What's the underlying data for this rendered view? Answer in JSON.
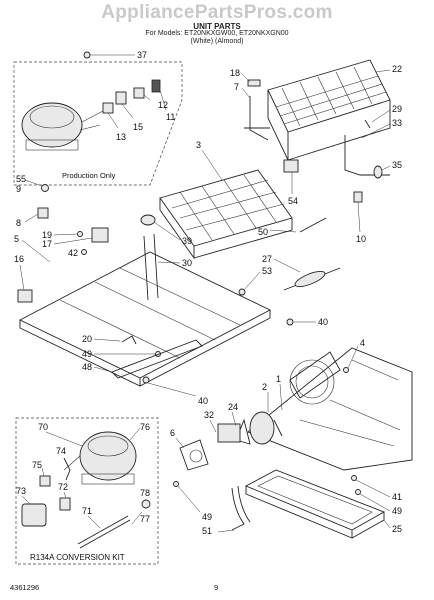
{
  "header": {
    "watermark": "AppliancePartsPros.com",
    "title": "UNIT PARTS",
    "models_line": "For Models: ET20NKXGW00, ET20NKXGN00",
    "colors_line": "(White)          (Almond)"
  },
  "labels": {
    "p37": "37",
    "p18": "18",
    "p7": "7",
    "p22": "22",
    "p3": "3",
    "p9": "9",
    "p12": "12",
    "p11": "11",
    "p13": "13",
    "p15": "15",
    "p55": "55",
    "p8": "8",
    "p19": "19",
    "p17": "17",
    "p42": "42",
    "p39": "39",
    "p30": "30",
    "p5": "5",
    "p16": "16",
    "p29": "29",
    "p33": "33",
    "p35": "35",
    "p54": "54",
    "p50": "50",
    "p10": "10",
    "p27": "27",
    "p53": "53",
    "p40a": "40",
    "p20": "20",
    "p49a": "49",
    "p48": "48",
    "p40b": "40",
    "p4": "4",
    "p70": "70",
    "p76": "76",
    "p74": "74",
    "p75": "75",
    "p73": "73",
    "p72": "72",
    "p71": "71",
    "p78": "78",
    "p77": "77",
    "p6": "6",
    "p32": "32",
    "p24": "24",
    "p2": "2",
    "p1": "1",
    "p49b": "49",
    "p51": "51",
    "p41": "41",
    "p49c": "49",
    "p25": "25"
  },
  "production_only": "Production Only",
  "kit_label": "R134A  CONVERSION  KIT",
  "footer": {
    "doc_number": "4361296",
    "page": "9"
  }
}
